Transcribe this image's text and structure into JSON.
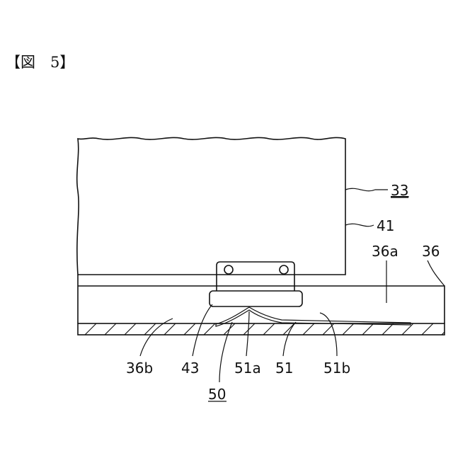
{
  "figure": {
    "title": "【図　5】"
  },
  "labels": {
    "l33": "33",
    "l41": "41",
    "l36a": "36a",
    "l36": "36",
    "l36b": "36b",
    "l43": "43",
    "l51a": "51a",
    "l51": "51",
    "l51b": "51b",
    "l50": "50"
  }
}
